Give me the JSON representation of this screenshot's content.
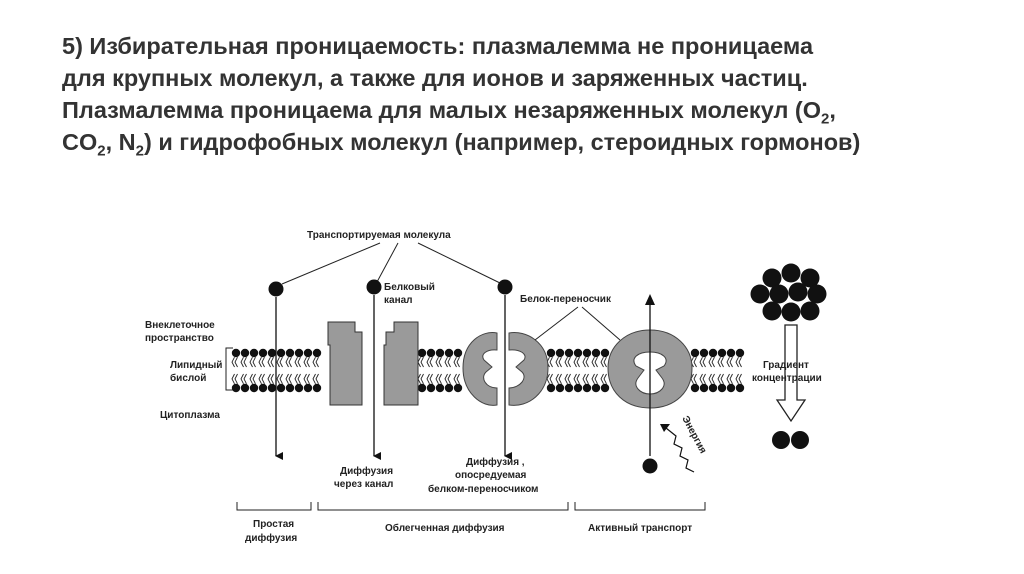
{
  "heading": {
    "line1_bold": "5) Избирательная проницаемость:",
    "line1_rest": " плазмалемма не проницаема",
    "line2": "для крупных молекул, а также для ионов и заряженных частиц.",
    "line3_a": "Плазмалемма проницаема для малых незаряженных молекул (O",
    "line3_sub": "2",
    "line3_b": ",",
    "line4_a": "CO",
    "line4_sub1": "2",
    "line4_b": ", N",
    "line4_sub2": "2",
    "line4_c": ") и гидрофобных молекул (например, стероидных гормонов)"
  },
  "diagram": {
    "label_transported": "Транспортируемая молекула",
    "label_channel_1": "Белковый",
    "label_channel_2": "канал",
    "label_carrier": "Белок-переносчик",
    "label_extracellular_1": "Внеклеточное",
    "label_extracellular_2": "пространство",
    "label_bilayer_1": "Липидный",
    "label_bilayer_2": "бислой",
    "label_cytoplasm": "Цитоплазма",
    "label_channel_diff_1": "Диффузия",
    "label_channel_diff_2": "через канал",
    "label_carrier_diff_1": "Диффузия ,",
    "label_carrier_diff_2": "опосредуемая",
    "label_carrier_diff_3": "белком-переносчиком",
    "label_gradient_1": "Градиент",
    "label_gradient_2": "концентрации",
    "label_energy": "Энергия",
    "label_simple_1": "Простая",
    "label_simple_2": "диффузия",
    "label_facilitated": "Облегченная диффузия",
    "label_active": "Активный транспорт"
  }
}
